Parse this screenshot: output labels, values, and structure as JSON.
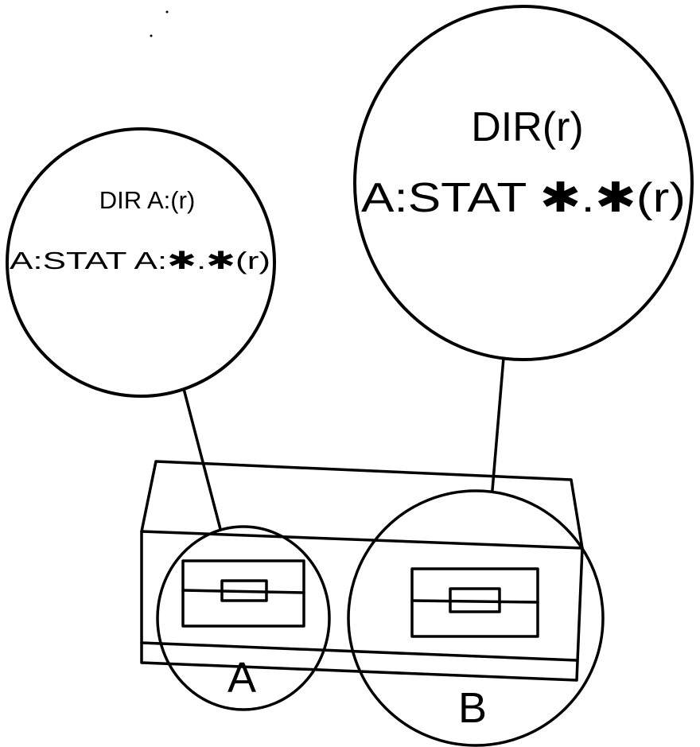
{
  "left_bubble": {
    "line1": "DIR A:(r)",
    "line2": "A:STAT A:✱.✱(r)"
  },
  "right_bubble": {
    "line1": "DIR(r)",
    "line2": "A:STAT ✱.✱(r)"
  },
  "drives": {
    "a_label": "A",
    "b_label": "B"
  }
}
